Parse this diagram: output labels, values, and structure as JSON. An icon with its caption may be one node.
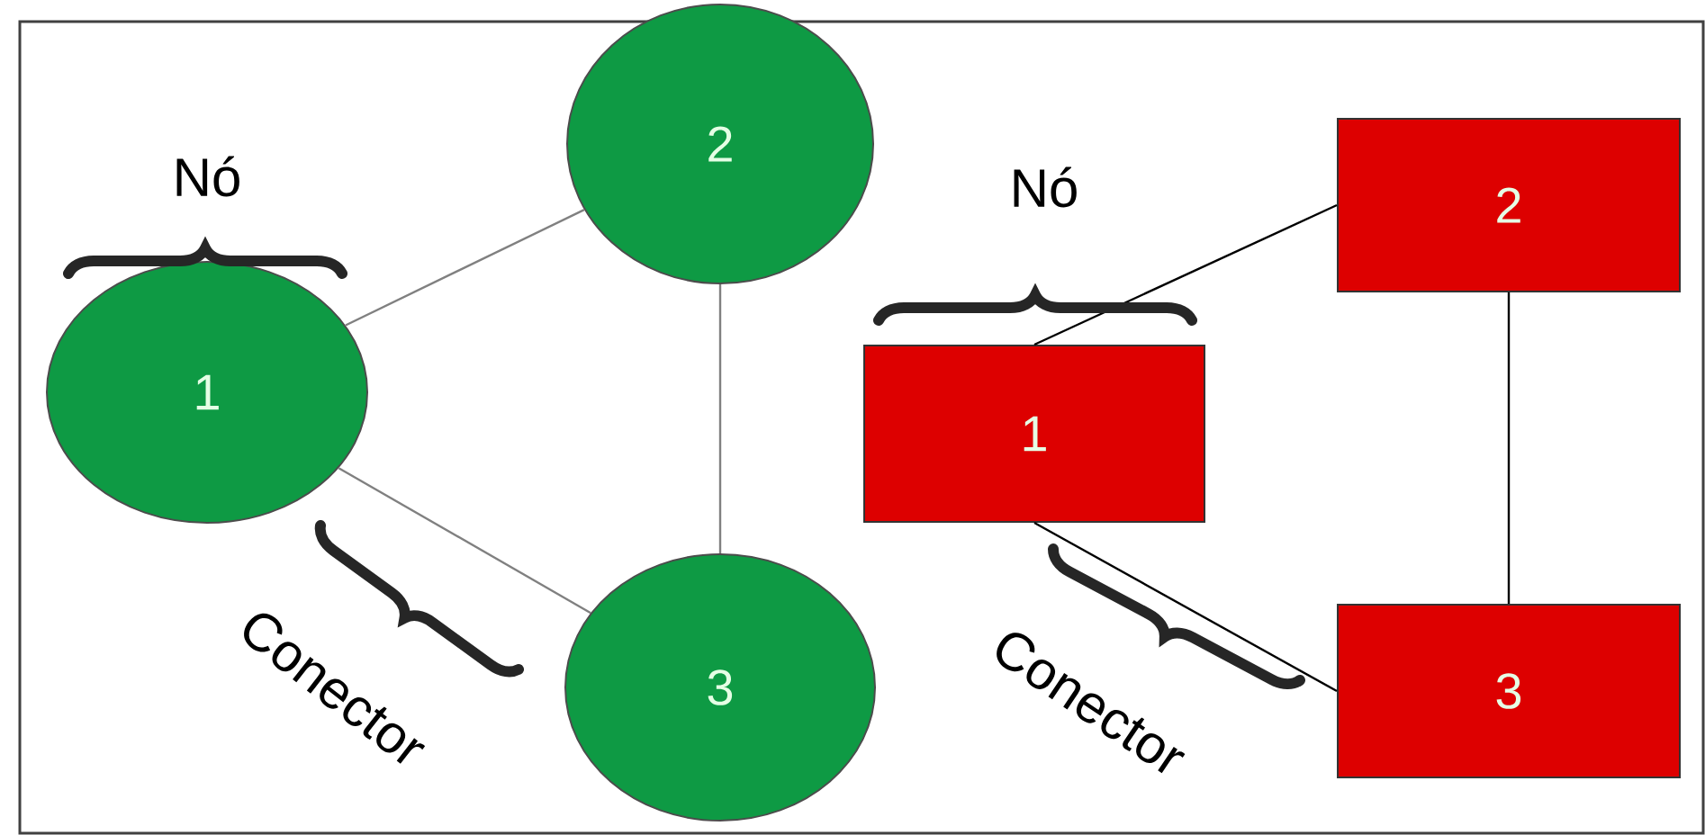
{
  "diagram": {
    "nodes": [
      {
        "text": [
          "1"
        ]
      },
      {
        "text": [
          "2"
        ]
      },
      {
        "text": [
          "3"
        ]
      },
      {
        "text": [
          "1"
        ]
      },
      {
        "text": [
          "2"
        ]
      },
      {
        "text": [
          "3"
        ]
      }
    ],
    "edges": [
      {
        "from": 0,
        "to": 1,
        "arrow": "none",
        "color": "#808080"
      },
      {
        "from": 1,
        "to": 2,
        "arrow": "none",
        "color": "#808080"
      },
      {
        "from": 0,
        "to": 2,
        "arrow": "none",
        "color": "#808080"
      },
      {
        "from": 3,
        "to": 4,
        "arrow": "none",
        "color": "#000000"
      },
      {
        "from": 4,
        "to": 5,
        "arrow": "none",
        "color": "#000000"
      },
      {
        "from": 3,
        "to": 5,
        "arrow": "none",
        "color": "#000000"
      }
    ],
    "labels": [
      "Nó",
      "Conector",
      "Nó",
      "Conector"
    ]
  }
}
